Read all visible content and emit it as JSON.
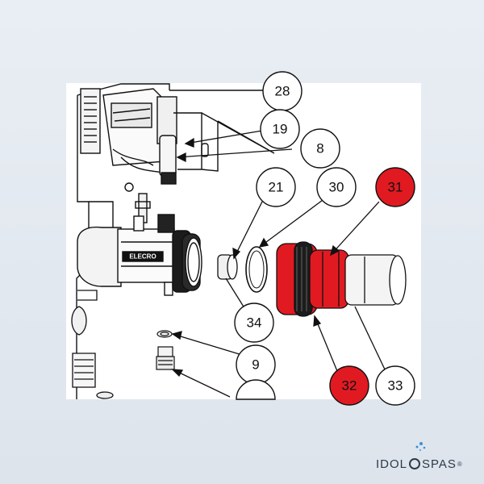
{
  "diagram": {
    "callouts": [
      {
        "id": "28",
        "label": "28",
        "highlight": false
      },
      {
        "id": "19",
        "label": "19",
        "highlight": false
      },
      {
        "id": "8",
        "label": "8",
        "highlight": false
      },
      {
        "id": "21",
        "label": "21",
        "highlight": false
      },
      {
        "id": "30",
        "label": "30",
        "highlight": false
      },
      {
        "id": "31",
        "label": "31",
        "highlight": true
      },
      {
        "id": "34",
        "label": "34",
        "highlight": false
      },
      {
        "id": "9",
        "label": "9",
        "highlight": false
      },
      {
        "id": "32",
        "label": "32",
        "highlight": true
      },
      {
        "id": "33",
        "label": "33",
        "highlight": false
      }
    ],
    "component_label": "ELECRO",
    "colors": {
      "highlight": "#e11a22",
      "outline": "#111111",
      "panel": "#ffffff",
      "drop": "#3b8fd6"
    }
  },
  "brand": {
    "name_left": "IDOL",
    "name_right": "SPAS",
    "registered": "®"
  }
}
